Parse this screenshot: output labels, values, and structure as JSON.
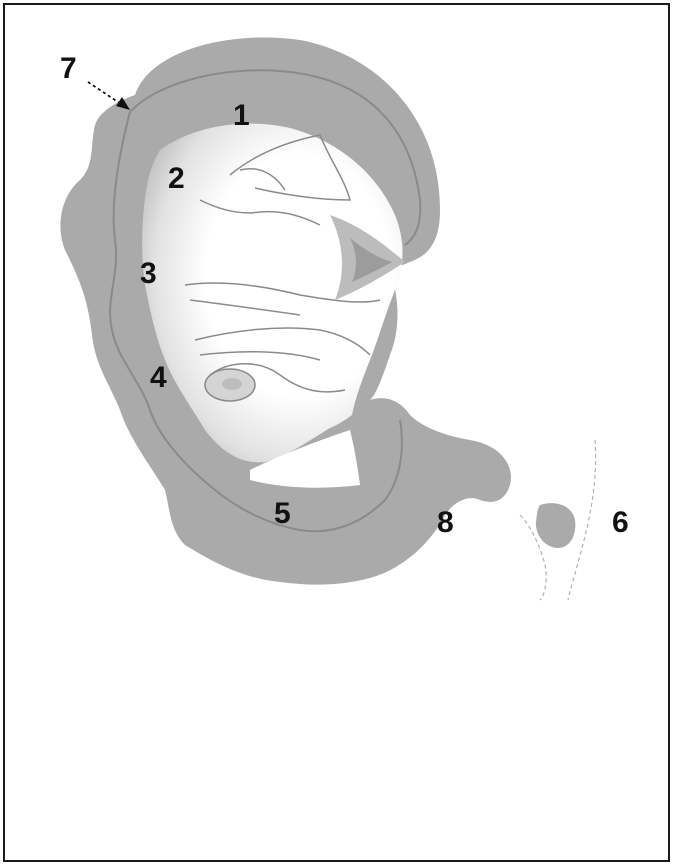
{
  "colors": {
    "tissue": "#aaaaaa",
    "inner_line": "#8a8a8a",
    "interior": "#ffffff",
    "frame": "#1a1a1a",
    "label": "#111111"
  },
  "labels": {
    "l1": "1",
    "l2": "2",
    "l3": "3",
    "l4": "4",
    "l5": "5",
    "l6": "6",
    "l7": "7",
    "l8": "8"
  }
}
